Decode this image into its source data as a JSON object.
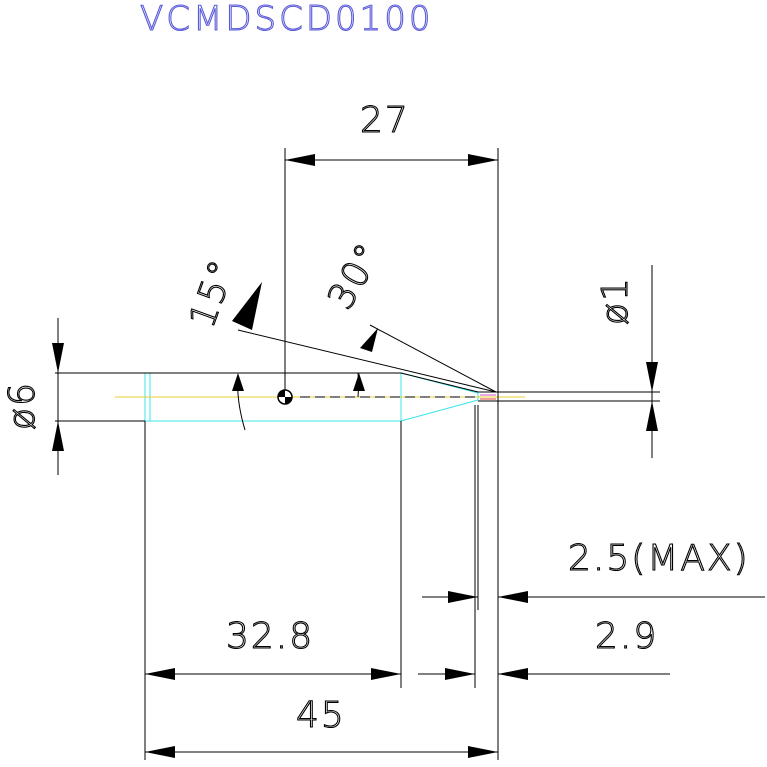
{
  "drawing": {
    "part_number": "VCMDSCD0100",
    "dimensions": {
      "overall_length": "45",
      "body_length": "32.8",
      "reference_length": "27",
      "tip_length_max": "2.5(MAX)",
      "tip_length": "2.9",
      "shank_diameter": "ø6",
      "tip_diameter": "ø1",
      "half_angle_15": "15°",
      "point_angle_30": "30°"
    },
    "colors": {
      "dimension_lines": "#000000",
      "tool_outline": "#38e4ea",
      "center_axis": "#e8cf30",
      "title": "#5a5ad8"
    }
  }
}
